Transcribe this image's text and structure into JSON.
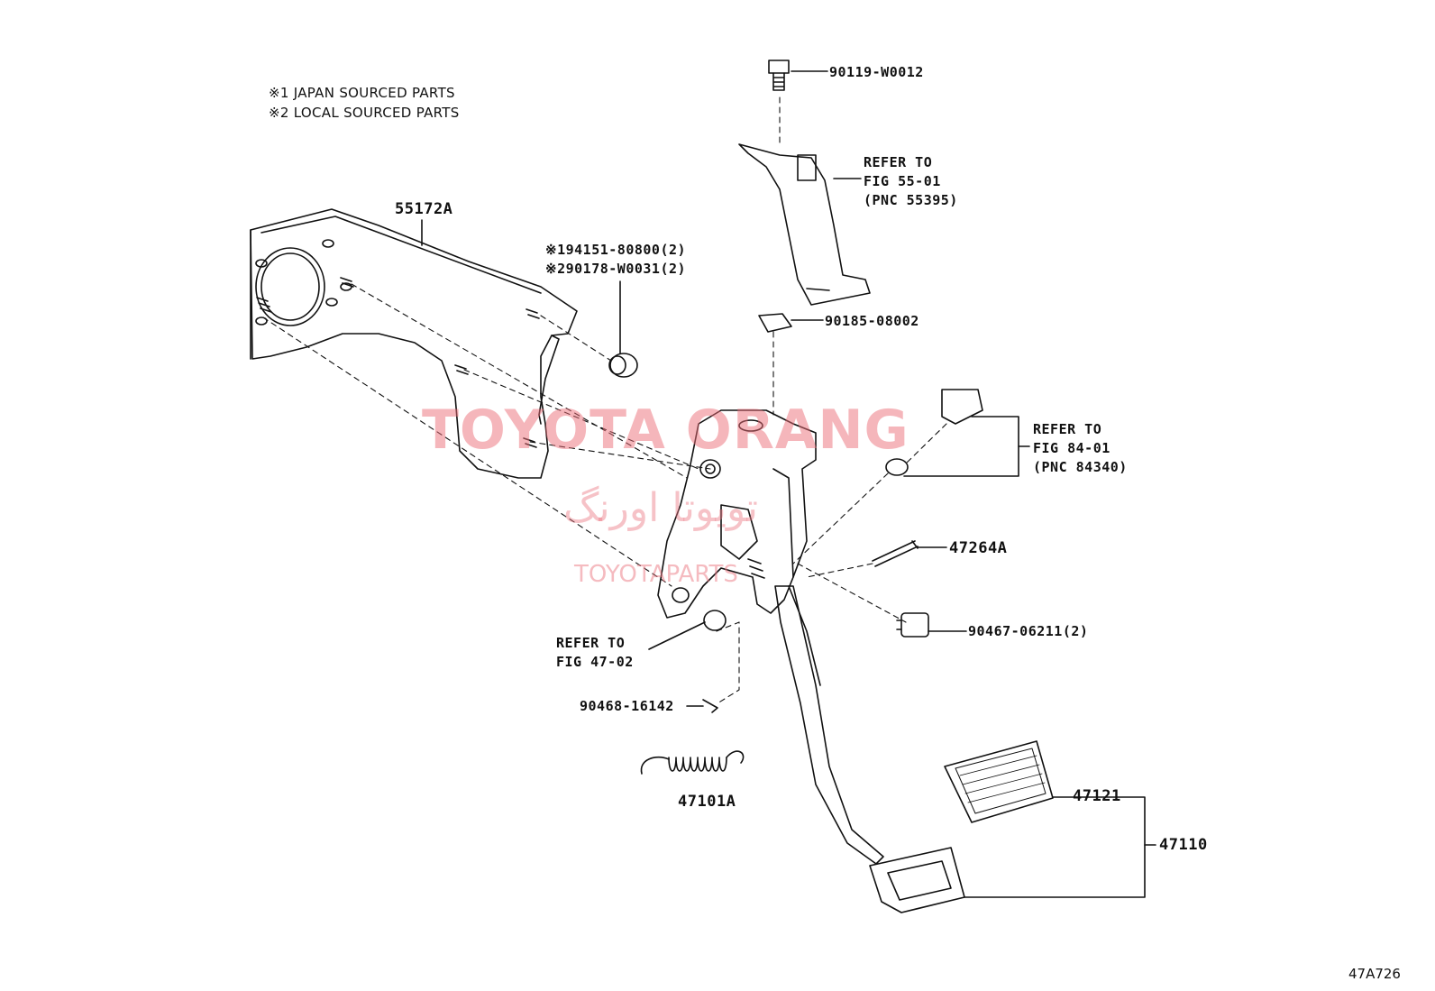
{
  "notes": {
    "line1": "※1 JAPAN SOURCED PARTS",
    "line2": "※2 LOCAL SOURCED PARTS"
  },
  "parts": {
    "p55172A": "55172A",
    "p194151": "※194151-80800(2)",
    "p290178": "※290178-W0031(2)",
    "p90119": "90119-W0012",
    "p90185": "90185-08002",
    "p47264A": "47264A",
    "p90467": "90467-06211(2)",
    "p90468": "90468-16142",
    "p47101A": "47101A",
    "p47121": "47121",
    "p47110": "47110"
  },
  "refs": {
    "fig55": {
      "line1": "REFER TO",
      "line2": "FIG 55-01",
      "line3": "(PNC 55395)"
    },
    "fig84": {
      "line1": "REFER TO",
      "line2": "FIG 84-01",
      "line3": "(PNC 84340)"
    },
    "fig47": {
      "line1": "REFER TO",
      "line2": "FIG 47-02"
    }
  },
  "watermark": {
    "main": "TOYOTA ORANG",
    "persian": "تویوتا اورنگ",
    "sub": "TOYOTAPARTS"
  },
  "diagram_code": "47A726"
}
